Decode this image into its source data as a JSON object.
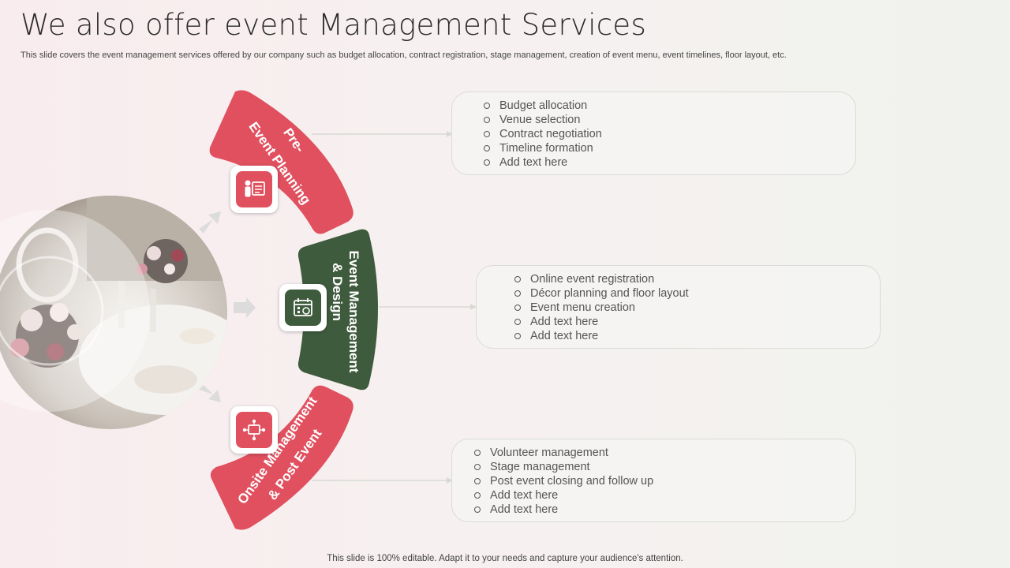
{
  "slide": {
    "title": "We also offer event Management Services",
    "subtitle": "This slide covers the event management services offered by our company such as budget allocation, contract registration, stage management, creation of event menu, event timelines, floor layout, etc.",
    "footer": "This slide is 100% editable. Adapt it to your needs and capture your audience's attention."
  },
  "colors": {
    "red": "#e0505f",
    "green": "#3f5b3d",
    "card_border": "#d9dcd6"
  },
  "stages": [
    {
      "label_line1": "Pre-",
      "label_line2": "Event Planning",
      "icon": "team-planning-icon",
      "items": [
        "Budget allocation",
        "Venue selection",
        "Contract negotiation",
        "Timeline formation",
        "Add text here"
      ]
    },
    {
      "label_line1": "Event Management",
      "label_line2": "& Design",
      "icon": "calendar-settings-icon",
      "items": [
        "Online event registration",
        "Décor planning  and floor layout",
        "Event menu creation",
        "Add text here",
        "Add text here"
      ]
    },
    {
      "label_line1": "Onsite Management",
      "label_line2": "& Post Event",
      "icon": "event-network-icon",
      "items": [
        "Volunteer  management",
        "Stage management",
        "Post event closing and follow up",
        "Add text here",
        "Add text here"
      ]
    }
  ]
}
